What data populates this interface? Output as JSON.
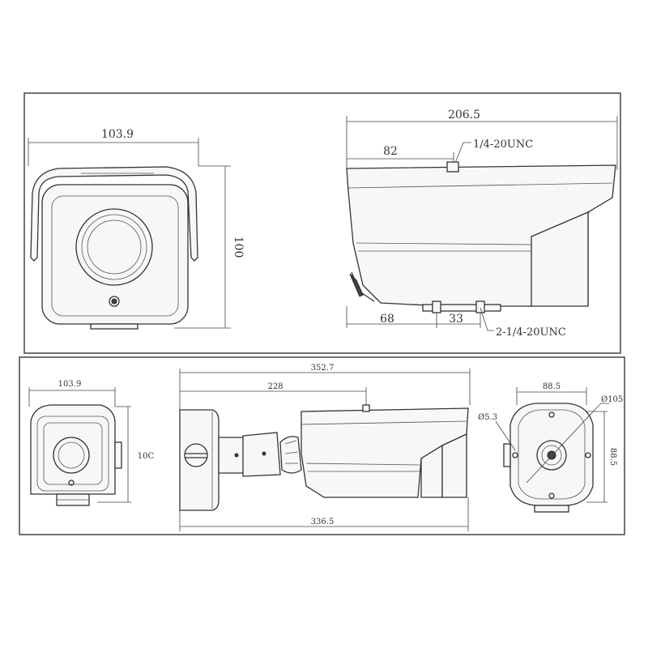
{
  "top_panel": {
    "front_width": "103.9",
    "front_height": "100",
    "side_length": "206.5",
    "side_mount_offset": "82",
    "side_thread_top": "1/4-20UNC",
    "side_bottom_offset": "68",
    "side_bottom_spacing": "33",
    "side_thread_bottom": "2-1/4-20UNC"
  },
  "bottom_panel": {
    "front_width": "103.9",
    "front_height": "10C",
    "side_total_top": "352.7",
    "side_mount_offset": "228",
    "side_total_bottom": "336.5",
    "base_width": "88.5",
    "base_height": "88.5",
    "base_diameter": "Ø105",
    "base_hole": "Ø5.3"
  }
}
